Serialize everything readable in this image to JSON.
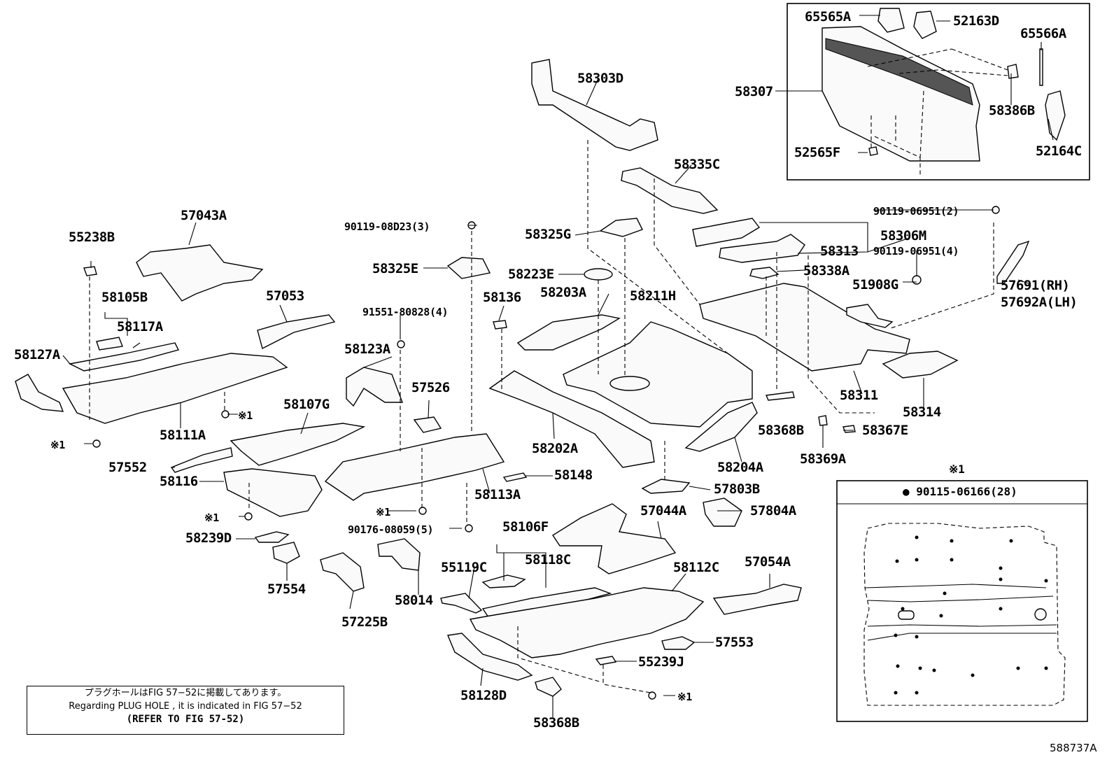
{
  "labels": {
    "p65565A": "65565A",
    "p52163D": "52163D",
    "p65566A": "65566A",
    "p58307": "58307",
    "p58386B": "58386B",
    "p52565F": "52565F",
    "p52164C": "52164C",
    "p58303D": "58303D",
    "p58335C": "58335C",
    "p90119_06951_2": "90119-06951(2)",
    "p58306M": "58306M",
    "p58313": "58313",
    "p90119_06951_4": "90119-06951(4)",
    "p58338A": "58338A",
    "p51908G": "51908G",
    "p57691": "57691(RH)",
    "p57692A": "57692A(LH)",
    "p58325G": "58325G",
    "p90119_08D23": "90119-08D23(3)",
    "p57043A": "57043A",
    "p55238B": "55238B",
    "p58325E": "58325E",
    "p58223E": "58223E",
    "p58136": "58136",
    "p58203A": "58203A",
    "p58211H": "58211H",
    "p91551": "91551-80828(4)",
    "p58105B": "58105B",
    "p58117A": "58117A",
    "p57053": "57053",
    "p58127A": "58127A",
    "p58123A": "58123A",
    "p58311": "58311",
    "p58314": "58314",
    "p57526": "57526",
    "p58107G": "58107G",
    "p58111A": "58111A",
    "p58368B_top": "58368B",
    "p58367E": "58367E",
    "p58202A": "58202A",
    "p58204A": "58204A",
    "p58369A": "58369A",
    "p57552": "57552",
    "p58116": "58116",
    "p58148": "58148",
    "p58113A": "58113A",
    "p57803B": "57803B",
    "p57044A": "57044A",
    "p57804A": "57804A",
    "p90176": "90176-08059(5)",
    "p58239D": "58239D",
    "p58106F": "58106F",
    "p58118C": "58118C",
    "p55119C": "55119C",
    "p58112C": "58112C",
    "p57054A": "57054A",
    "p57554": "57554",
    "p58014": "58014",
    "p57225B": "57225B",
    "p57553": "57553",
    "p55239J": "55239J",
    "p58128D": "58128D",
    "p58368B_bot": "58368B"
  },
  "ref_marks": {
    "m1": "※1",
    "m2": "※1",
    "m3": "※1",
    "m4": "※1",
    "m5": "※1",
    "m6": "※1"
  },
  "note": {
    "line1": "プラグホールはFIG 57−52に掲載してあります。",
    "line2": "Regarding  PLUG HOLE , it is indicated in FIG  57−52",
    "line3": "(REFER TO FIG 57-52)"
  },
  "reference_box": {
    "mark": "※1",
    "title": "● 90115-06166(28)"
  },
  "figure_code": "588737A"
}
